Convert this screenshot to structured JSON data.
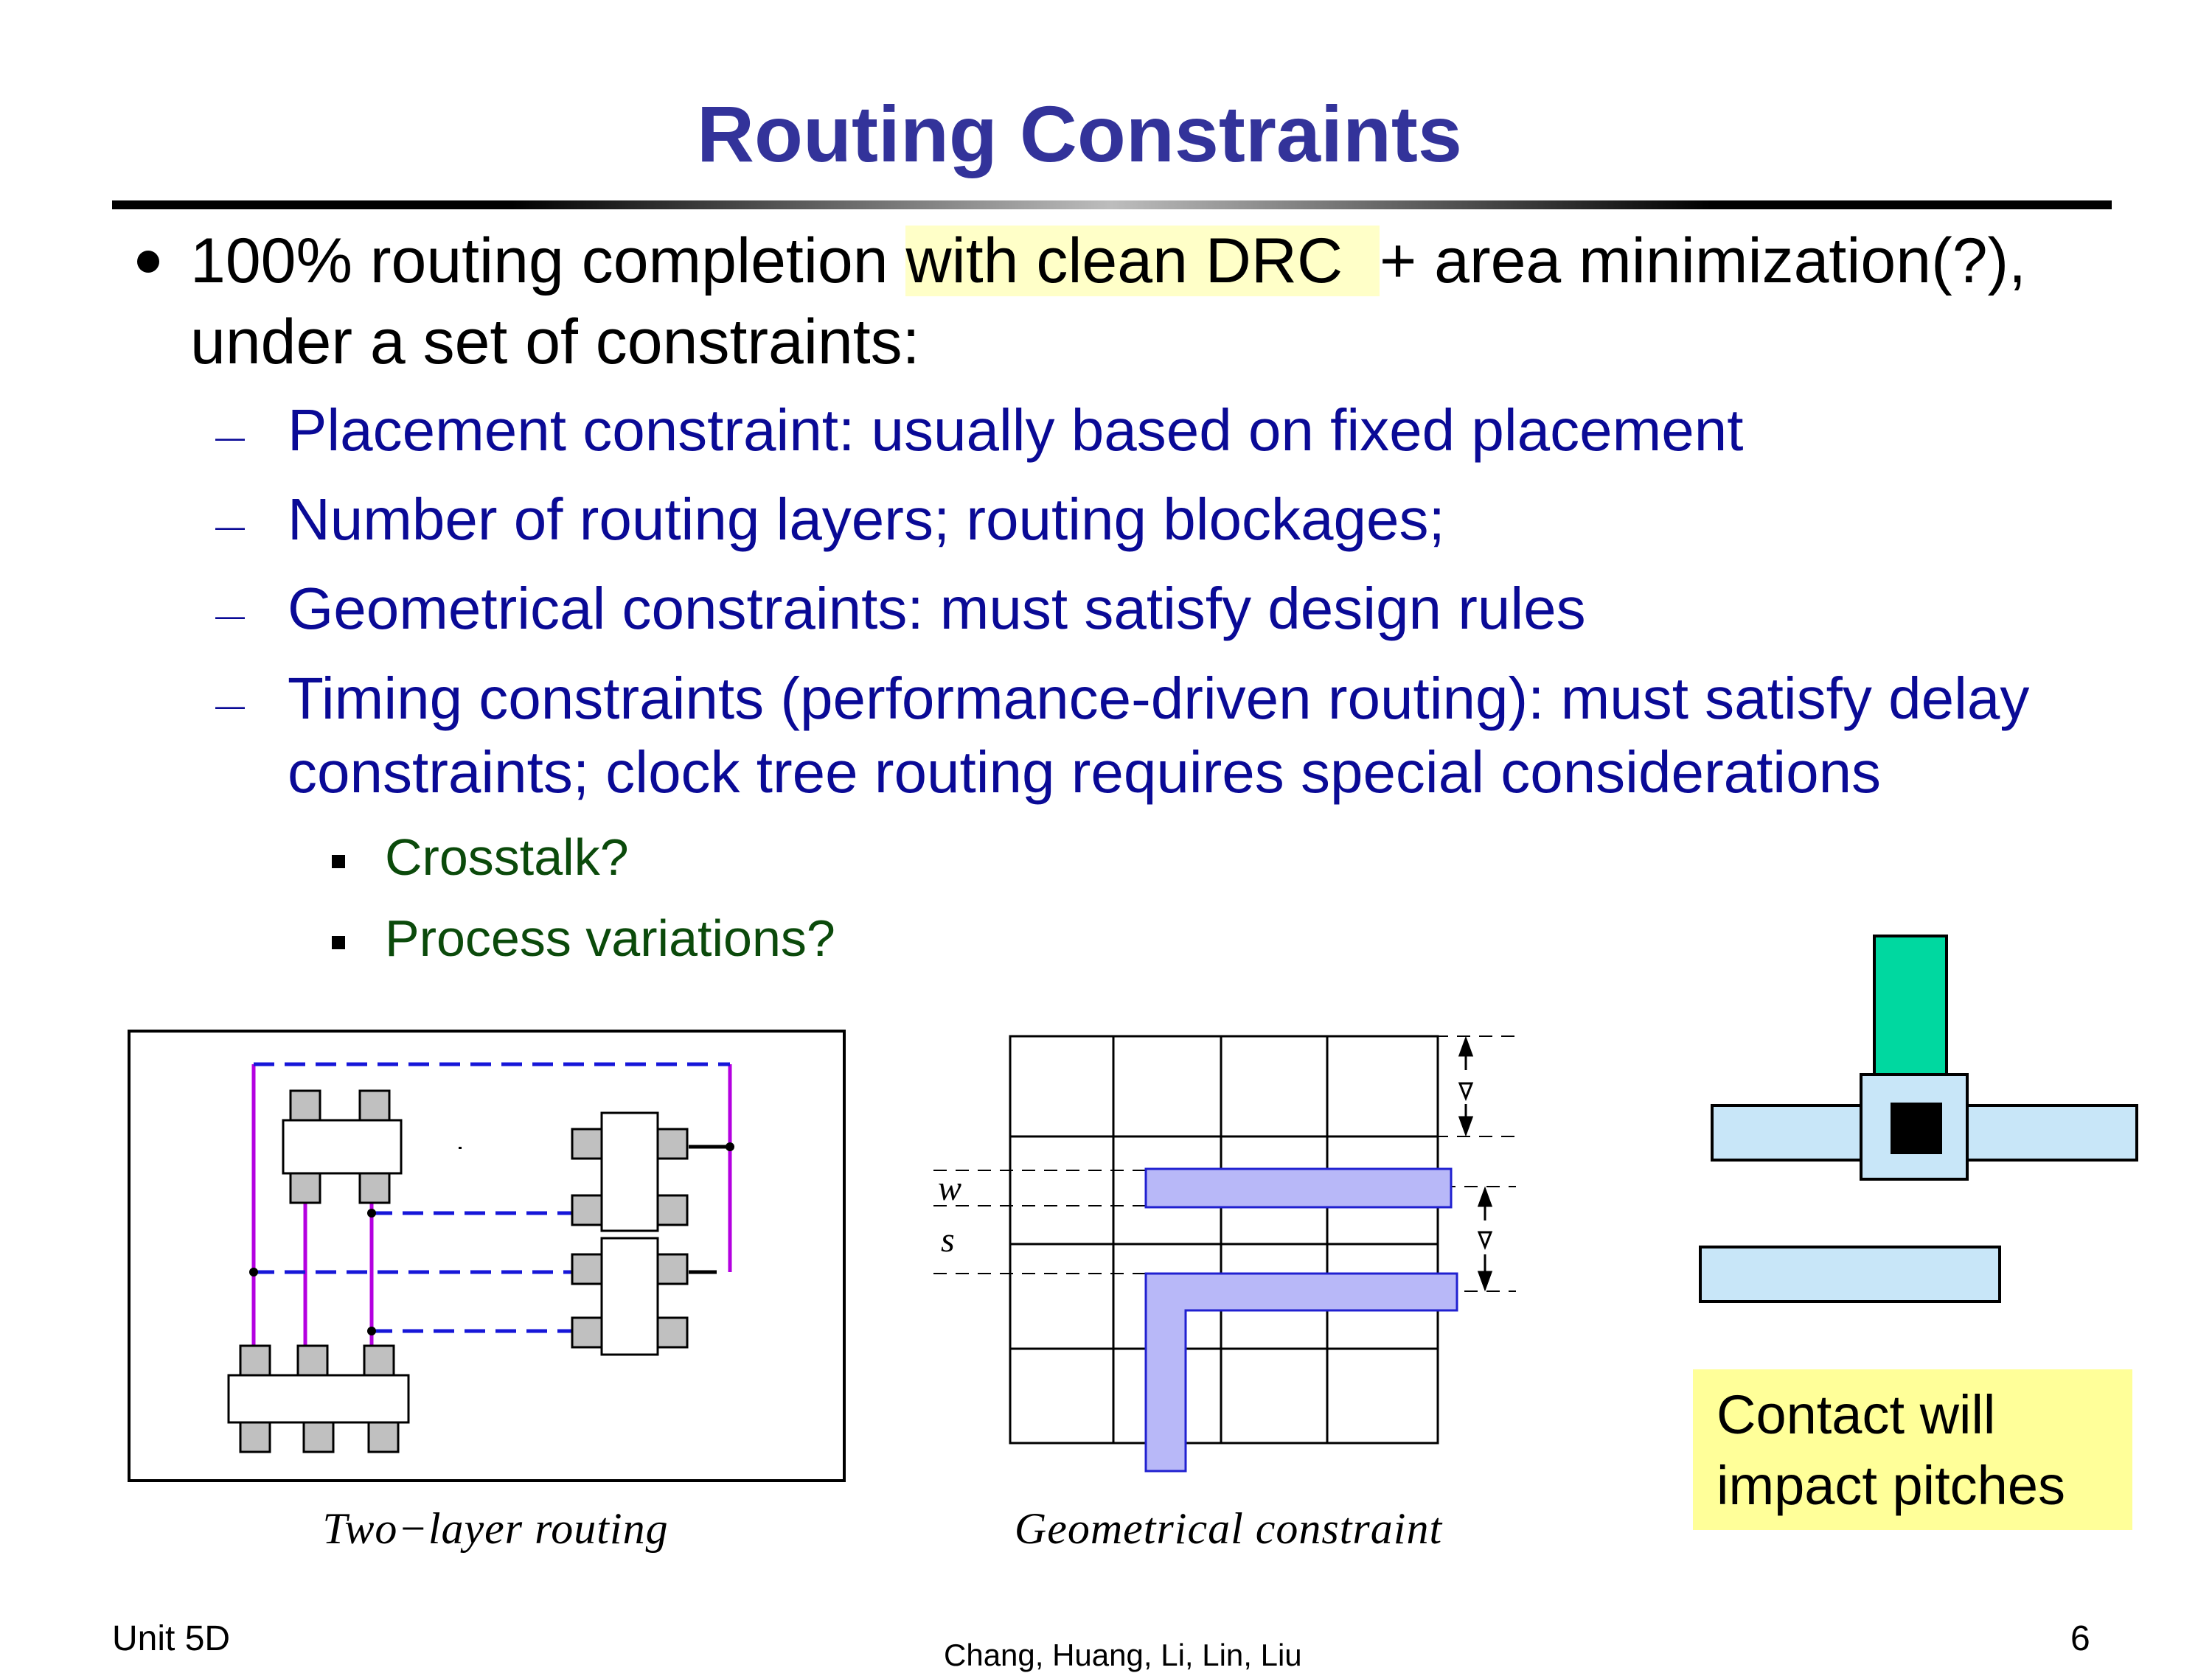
{
  "slide": {
    "title": "Routing Constraints",
    "bullet": {
      "line1_pre": "100% routing completion ",
      "line1_highlight": "with clean DRC ",
      "line1_post": "+ area minimization(?),",
      "line2": "under a set of constraints:"
    },
    "sub_items": [
      "Placement constraint: usually based on fixed placement",
      "Number of routing layers; routing blockages;",
      "Geometrical constraints: must satisfy design rules",
      "Timing constraints (performance-driven routing): must satisfy delay",
      "constraints; clock tree routing requires special considerations"
    ],
    "sub_sub_items": [
      "Crosstalk?",
      "Process variations?"
    ]
  },
  "figures": {
    "two_layer_caption": "Two−layer routing",
    "geometrical_caption": "Geometrical constraint",
    "w_label": "w",
    "s_label": "s",
    "delta_label": "Δ",
    "note": [
      "Contact will",
      "impact pitches"
    ]
  },
  "colors": {
    "title": "#33339a",
    "level2_text": "#0a0a96",
    "level3_text": "#0b4a0b",
    "highlight": "#ffffc8",
    "note_background": "#ffff99",
    "wire_blue": "#1616d8",
    "wire_purple": "#b400e0",
    "pin_gray": "#c0c0c0",
    "metal_light_blue": "#c8e6f8",
    "metal_green": "#00d8a0",
    "geometric_wire": "#b8b8f8"
  },
  "footer": {
    "left": "Unit 5D",
    "center": "Chang, Huang, Li, Lin, Liu",
    "page": "6"
  }
}
